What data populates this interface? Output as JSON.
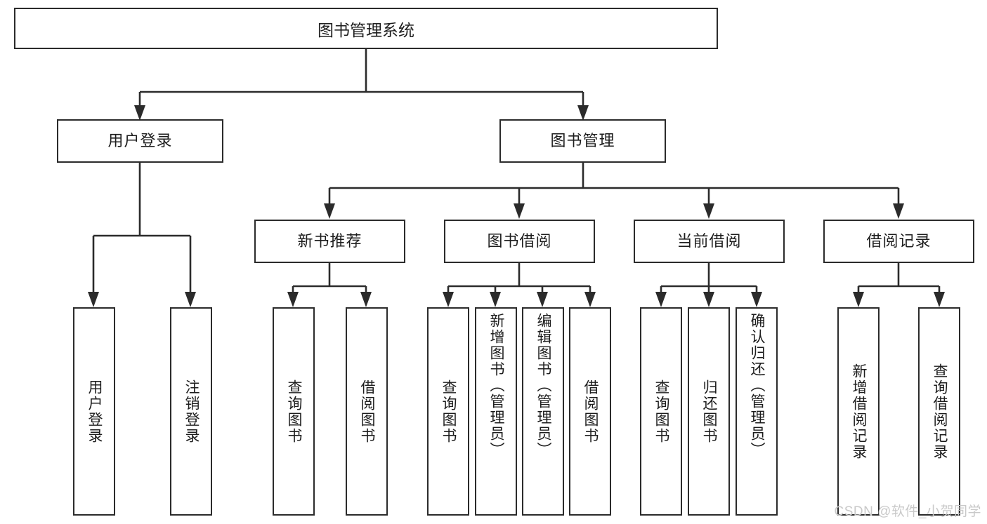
{
  "diagram": {
    "title": "图书管理系统",
    "type": "hierarchy-tree",
    "root": {
      "label": "图书管理系统"
    },
    "level1": [
      {
        "label": "用户登录"
      },
      {
        "label": "图书管理"
      }
    ],
    "level2": [
      {
        "label": "新书推荐"
      },
      {
        "label": "图书借阅"
      },
      {
        "label": "当前借阅"
      },
      {
        "label": "借阅记录"
      }
    ],
    "leaves": [
      {
        "label": "用户登录",
        "parent": "用户登录",
        "align": "center"
      },
      {
        "label": "注销登录",
        "parent": "用户登录",
        "align": "center"
      },
      {
        "label": "查询图书",
        "parent": "新书推荐",
        "align": "center"
      },
      {
        "label": "借阅图书",
        "parent": "新书推荐",
        "align": "center"
      },
      {
        "label": "查询图书",
        "parent": "图书借阅",
        "align": "center"
      },
      {
        "label": "新增图书（管理员）",
        "parent": "图书借阅",
        "align": "top"
      },
      {
        "label": "编辑图书（管理员）",
        "parent": "图书借阅",
        "align": "top"
      },
      {
        "label": "借阅图书",
        "parent": "图书借阅",
        "align": "center"
      },
      {
        "label": "查询图书",
        "parent": "当前借阅",
        "align": "center"
      },
      {
        "label": "归还图书",
        "parent": "当前借阅",
        "align": "center"
      },
      {
        "label": "确认归还（管理员）",
        "parent": "当前借阅",
        "align": "top"
      },
      {
        "label": "新增借阅记录",
        "parent": "借阅记录",
        "align": "center"
      },
      {
        "label": "查询借阅记录",
        "parent": "借阅记录",
        "align": "center"
      }
    ],
    "colors": {
      "border": "#2b2b2b",
      "fill": "#ffffff",
      "text": "#1d1d1d",
      "watermark": "#c9c9c9",
      "background": "#ffffff"
    }
  },
  "watermark": {
    "text": "CSDN @软件_小贺同学"
  }
}
